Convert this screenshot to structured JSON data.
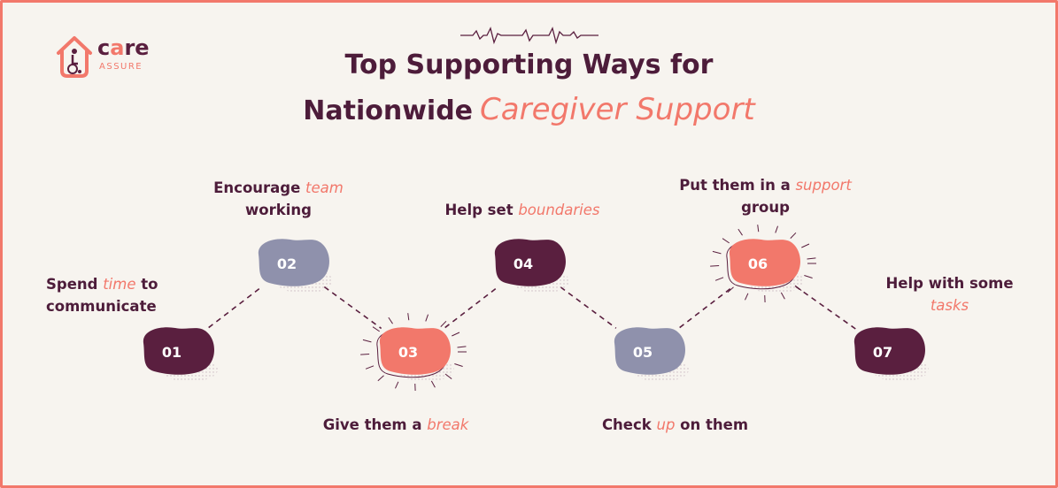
{
  "brand": {
    "name_part1": "c",
    "name_accent": "a",
    "name_part2": "re",
    "tagline": "ASSURE"
  },
  "colors": {
    "dark": "#5a1f3f",
    "coral": "#f2786b",
    "gray": "#8f91ac",
    "background": "#f7f4ef"
  },
  "title": {
    "line1": "Top Supporting Ways for",
    "line2_plain": "Nationwide",
    "line2_accent": "Caregiver Support"
  },
  "steps": [
    {
      "num": "01",
      "pre": "Spend ",
      "hl": "time",
      "post": " to communicate",
      "color": "dark"
    },
    {
      "num": "02",
      "pre": "Encourage ",
      "hl": "team",
      "post": " working",
      "color": "gray"
    },
    {
      "num": "03",
      "pre": "Give them a ",
      "hl": "break",
      "post": "",
      "color": "coral"
    },
    {
      "num": "04",
      "pre": "Help set ",
      "hl": "boundaries",
      "post": "",
      "color": "dark"
    },
    {
      "num": "05",
      "pre": "Check ",
      "hl": "up",
      "post": " on them",
      "color": "gray"
    },
    {
      "num": "06",
      "pre": "Put them in a ",
      "hl": "support",
      "post": " group",
      "color": "coral"
    },
    {
      "num": "07",
      "pre": "Help with some ",
      "hl": "tasks",
      "post": "",
      "color": "dark"
    }
  ]
}
